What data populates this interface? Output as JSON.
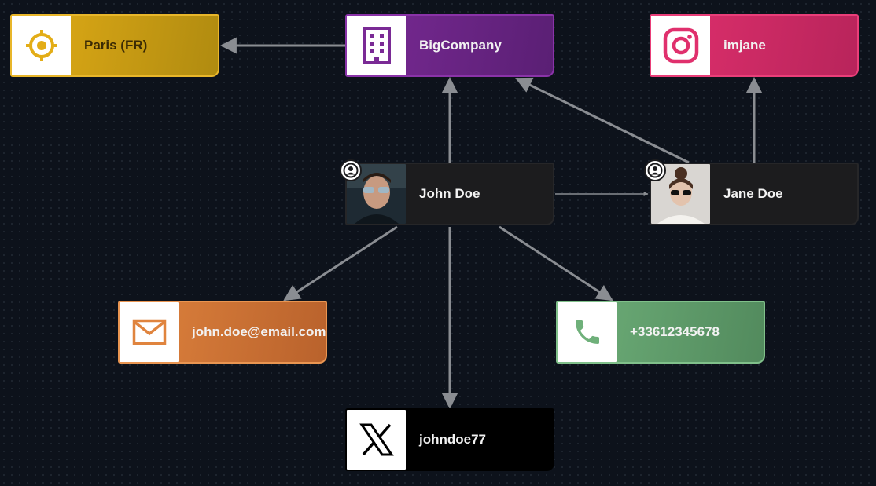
{
  "nodes": {
    "location": {
      "label": "Paris (FR)",
      "icon": "location-target-icon",
      "color": "#e3ad17"
    },
    "company": {
      "label": "BigCompany",
      "icon": "building-icon",
      "color": "#7a2a95"
    },
    "instagram": {
      "label": "imjane",
      "icon": "instagram-icon",
      "color": "#e0306d"
    },
    "john": {
      "label": "John Doe",
      "icon": "person-photo",
      "badge": "person-badge-icon"
    },
    "jane": {
      "label": "Jane Doe",
      "icon": "person-photo",
      "badge": "person-badge-icon"
    },
    "email": {
      "label": "john.doe@email.com",
      "icon": "envelope-icon",
      "color": "#e0843e"
    },
    "phone": {
      "label": "+33612345678",
      "icon": "phone-icon",
      "color": "#6fb07a"
    },
    "twitter": {
      "label": "johndoe77",
      "icon": "x-logo-icon",
      "color": "#000000"
    }
  },
  "edges": [
    {
      "from": "company",
      "to": "location"
    },
    {
      "from": "john",
      "to": "company"
    },
    {
      "from": "jane",
      "to": "company"
    },
    {
      "from": "jane",
      "to": "instagram"
    },
    {
      "from": "john",
      "to": "jane"
    },
    {
      "from": "john",
      "to": "email"
    },
    {
      "from": "john",
      "to": "phone"
    },
    {
      "from": "john",
      "to": "twitter"
    }
  ]
}
